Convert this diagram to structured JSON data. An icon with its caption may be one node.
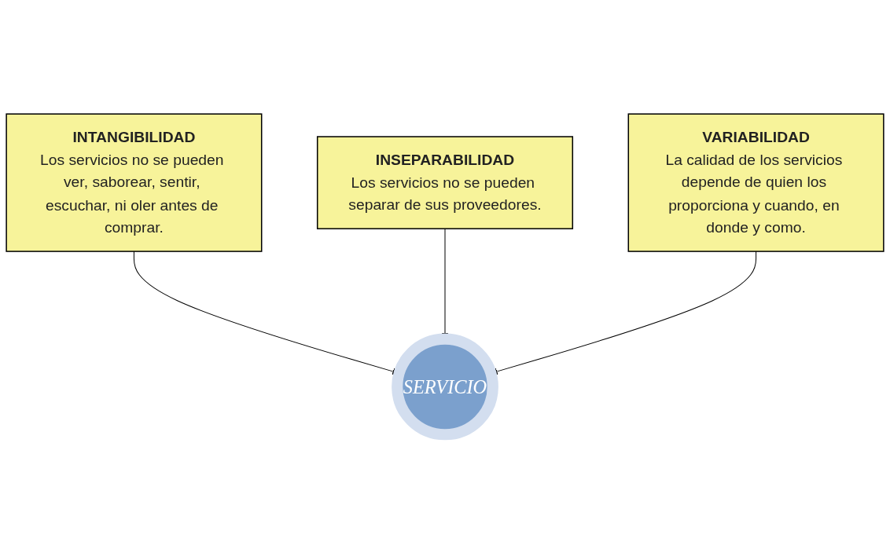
{
  "diagram": {
    "nodes": [
      {
        "text": [
          "INTANGIBILIDAD",
          "Los servicios no se pueden ver, saborear, sentir, escuchar, ni oler antes de comprar."
        ]
      },
      {
        "text": [
          "INSEPARABILIDAD",
          "Los servicios no se pueden separar de sus proveedores."
        ]
      },
      {
        "text": [
          "SERVICIO"
        ]
      },
      {
        "text": [
          "VARIABILIDAD",
          "La calidad de los servicios depende de quien los proporciona y cuando, en donde y como."
        ]
      }
    ],
    "edges": [
      {
        "from": 0,
        "to": 2,
        "arrow": "to"
      },
      {
        "from": 1,
        "to": 2,
        "arrow": "to"
      },
      {
        "from": 3,
        "to": 2,
        "arrow": "to"
      }
    ]
  }
}
